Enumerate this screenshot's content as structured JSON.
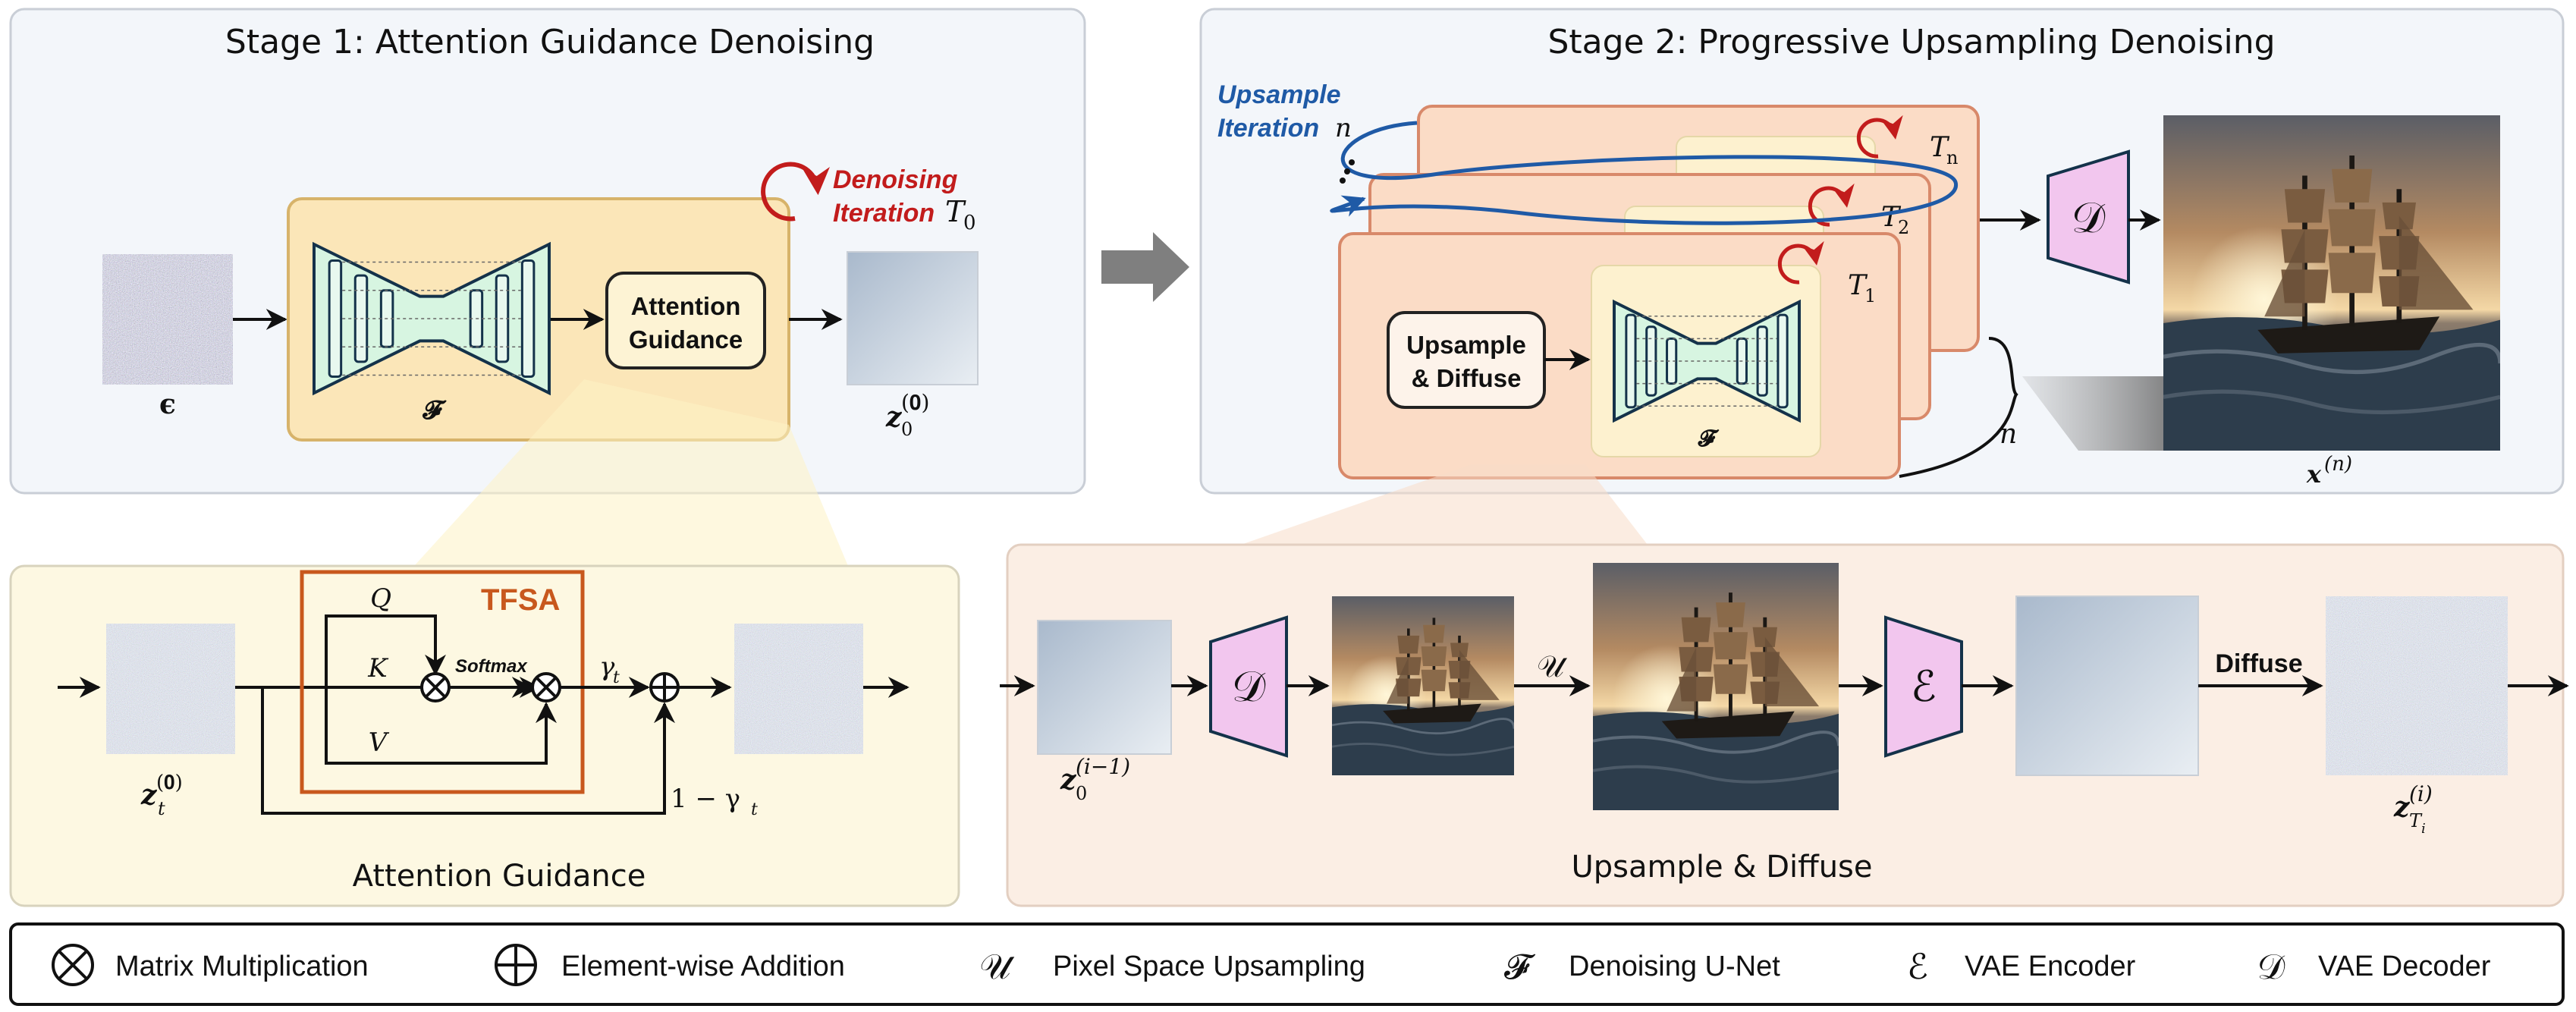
{
  "colors": {
    "panel_blue": "#f3f6fa",
    "panel_yellow": "#fdf8e2",
    "panel_peach": "#fbeee4",
    "box_yellow": "#fbe6b8",
    "box_yellow_border": "#d7b36a",
    "box_peach": "#fbdcc6",
    "box_peach_border": "#d8896a",
    "unet_green": "#d7f5e1",
    "unet_border": "#14324a",
    "tfsa_orange": "#c8581d",
    "loop_red": "#c21c1c",
    "upsample_blue": "#1f5aa6",
    "decoder_pink": "#f2c6ee"
  },
  "stage1": {
    "title": "Stage 1: Attention Guidance Denoising",
    "noise_label": "ϵ",
    "unet_label": "𝓕",
    "attention_box": [
      "Attention",
      "Guidance"
    ],
    "denoising_label": [
      "Denoising",
      "Iteration"
    ],
    "denoising_var": "T",
    "denoising_sub": "0",
    "output_label": "z",
    "output_sub": "0",
    "output_sup": "(𝟎)"
  },
  "stage2": {
    "title": "Stage 2: Progressive Upsampling Denoising",
    "upsample_label": [
      "Upsample",
      "Iteration"
    ],
    "upsample_var": "n",
    "upsample_box": [
      "Upsample",
      "& Diffuse"
    ],
    "unet_label": "𝓕",
    "t_labels": [
      {
        "var": "T",
        "sub": "n"
      },
      {
        "var": "T",
        "sub": "2"
      },
      {
        "var": "T",
        "sub": "1"
      }
    ],
    "stack_count": "n",
    "decoder_symbol": "𝒟",
    "output_label": "x",
    "output_sup": "(n)"
  },
  "attention": {
    "caption": "Attention Guidance",
    "input_label": "z",
    "input_sub": "t",
    "input_sup": "(𝟎)",
    "tfsa": "TFSA",
    "q": "Q",
    "k": "K",
    "v": "V",
    "softmax": "Softmax",
    "gamma": "γ",
    "gamma_sub": "t",
    "one_minus": "1 − γ",
    "one_minus_sub": "t"
  },
  "upsample": {
    "caption": "Upsample & Diffuse",
    "in_label": "z",
    "in_sub": "0",
    "in_sup": "(i−1)",
    "decoder_symbol": "𝒟",
    "u_symbol": "𝒰",
    "encoder_symbol": "ℰ",
    "diffuse": "Diffuse",
    "out_label": "z",
    "out_sub": "T",
    "out_subsub": "i",
    "out_sup": "(i)"
  },
  "legend": {
    "items": [
      {
        "icon": "matrix-multiplication-icon",
        "symbol": "⊗",
        "label": "Matrix Multiplication"
      },
      {
        "icon": "element-wise-addition-icon",
        "symbol": "⊕",
        "label": "Element-wise Addition"
      },
      {
        "icon": "pixel-upsampling-icon",
        "symbol": "𝒰",
        "label": "Pixel Space Upsampling"
      },
      {
        "icon": "denoising-unet-icon",
        "symbol": "𝓕",
        "label": "Denoising U-Net"
      },
      {
        "icon": "vae-encoder-icon",
        "symbol": "ℰ",
        "label": "VAE Encoder"
      },
      {
        "icon": "vae-decoder-icon",
        "symbol": "𝒟",
        "label": "VAE Decoder"
      }
    ]
  }
}
